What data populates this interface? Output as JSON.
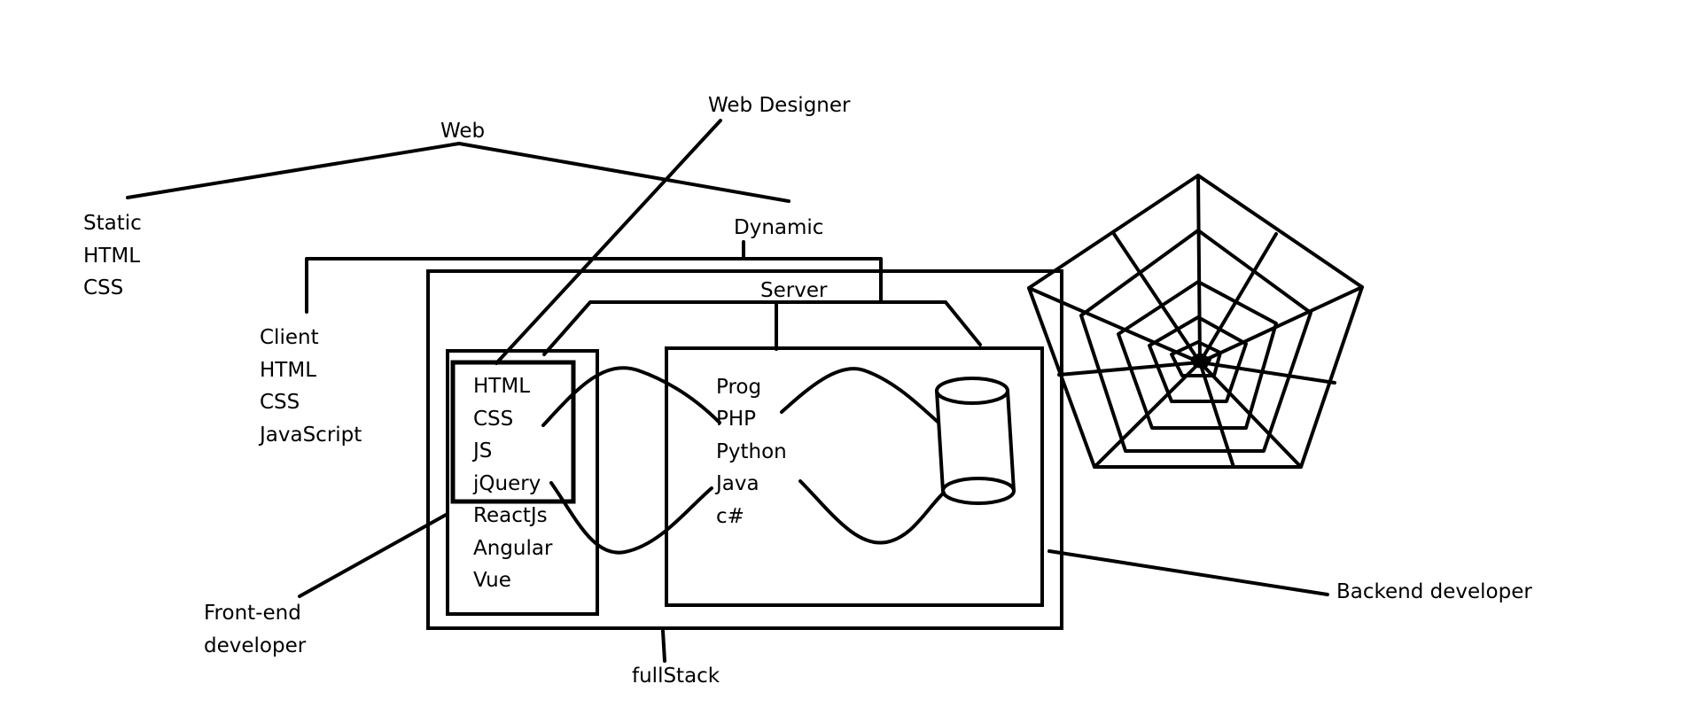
{
  "labels": {
    "web": "Web",
    "web_designer": "Web Designer",
    "dynamic": "Dynamic",
    "server": "Server",
    "fullstack": "fullStack",
    "backend_developer": "Backend developer"
  },
  "static_group": [
    "Static",
    "HTML",
    "CSS"
  ],
  "client_group": [
    "Client",
    "HTML",
    "CSS",
    "JavaScript"
  ],
  "frontend_developer": [
    "Front-end",
    "developer"
  ],
  "frontend_core": [
    "HTML",
    "CSS",
    "JS",
    "jQuery"
  ],
  "frontend_frameworks": [
    "ReactJs",
    "Angular",
    "Vue"
  ],
  "server_languages": [
    "Prog",
    "PHP",
    "Python",
    "Java",
    "c#"
  ],
  "icons": {
    "database": "database-cylinder-icon",
    "web": "spider-web-icon"
  },
  "colors": {
    "ink": "#000000",
    "background": "#ffffff"
  }
}
